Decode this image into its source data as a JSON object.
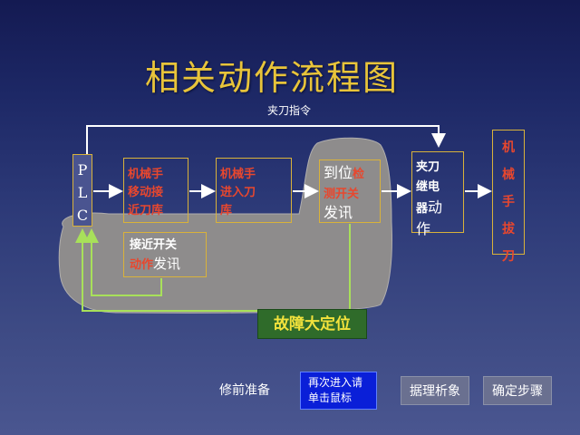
{
  "title": "相关动作流程图",
  "top_label": "夹刀指令",
  "plc": "P\nL\nC",
  "box1": "机械手\n移动接\n近刀库",
  "box2": "机械手\n进入刀\n库",
  "box3": {
    "line1_a": "到位",
    "line1_b": "检",
    "line2_a": "测开关",
    "line3": "发讯"
  },
  "box4": {
    "line1": "夹刀",
    "line2_a": "继电",
    "line3_a": "器",
    "line3_b": "动",
    "line4": "作"
  },
  "box5": "机\n械\n手\n拔\n刀",
  "box6": {
    "line1": "接近开关",
    "line2_a": "动作",
    "line2_b": "发讯"
  },
  "fault_label": "故障大定位",
  "buttons": {
    "prep": "修前准备",
    "reenter": "再次进入请单击鼠标",
    "analyze": "据理析象",
    "steps": "确定步骤"
  },
  "colors": {
    "accent": "#e8c43a",
    "box_border": "#d9b23a",
    "red_text": "#e8472e",
    "fault_bg": "#2f6b2a",
    "fault_text": "#f2e23c",
    "green_line": "#a8e05a",
    "blue_button": "#0a1fd8"
  }
}
